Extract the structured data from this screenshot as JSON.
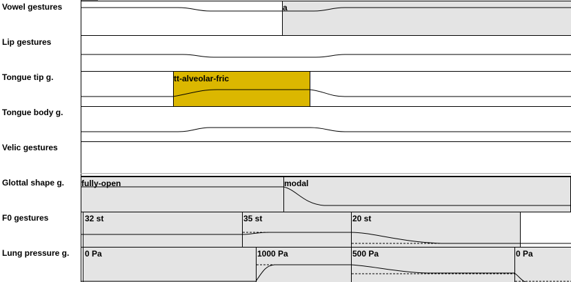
{
  "tracks": [
    {
      "label": "Vowel gestures",
      "gestures": [
        "a"
      ]
    },
    {
      "label": "Lip gestures",
      "gestures": []
    },
    {
      "label": "Tongue tip g.",
      "gestures": [
        "tt-alveolar-fric"
      ]
    },
    {
      "label": "Tongue body g.",
      "gestures": []
    },
    {
      "label": "Velic gestures",
      "gestures": []
    },
    {
      "label": "Glottal shape g.",
      "gestures": [
        "fully-open",
        "modal"
      ]
    },
    {
      "label": "F0 gestures",
      "gestures": [
        "32 st",
        "35 st",
        "20 st"
      ]
    },
    {
      "label": "Lung pressure g.",
      "gestures": [
        "0 Pa",
        "1000 Pa",
        "500 Pa",
        "0 Pa"
      ]
    }
  ],
  "colors": {
    "gesture_fill": "#e4e4e4",
    "active_gesture": "#dbb700",
    "line": "#000000"
  }
}
